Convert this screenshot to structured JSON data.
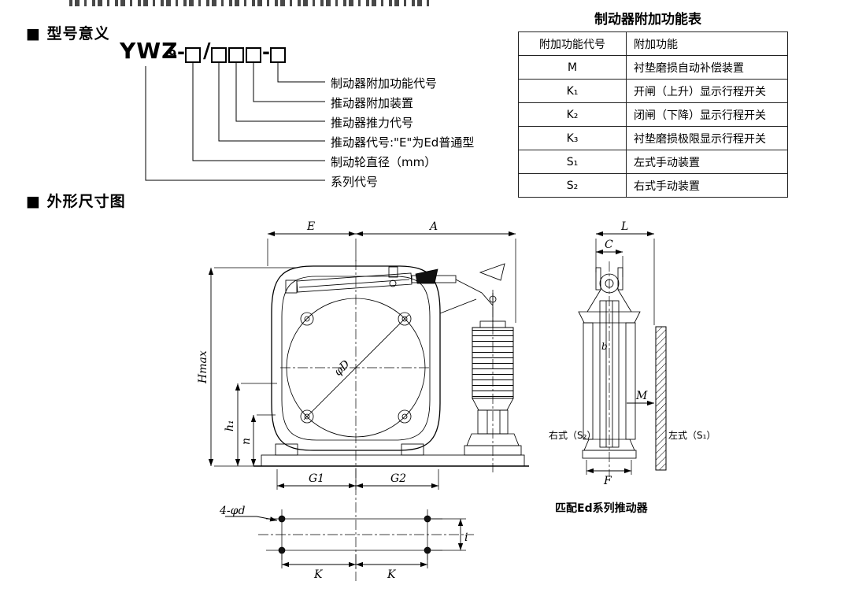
{
  "sections": {
    "model_title": "■ 型号意义",
    "dimension_title": "■ 外形尺寸图"
  },
  "model_code": {
    "series": "YWZ",
    "series_num": "9",
    "dash1": "-",
    "slash": "/",
    "dash2": "-",
    "labels": [
      "制动器附加功能代号",
      "推动器附加装置",
      "推动器推力代号",
      "推动器代号:\"E\"为Ed普通型",
      "制动轮直径（mm）",
      "系列代号"
    ]
  },
  "function_table": {
    "title": "制动器附加功能表",
    "headers": [
      "附加功能代号",
      "附加功能"
    ],
    "rows": [
      {
        "code": "M",
        "desc": "衬垫磨损自动补偿装置"
      },
      {
        "code": "K₁",
        "desc": "开闸（上升）显示行程开关"
      },
      {
        "code": "K₂",
        "desc": "闭闸（下降）显示行程开关"
      },
      {
        "code": "K₃",
        "desc": "衬垫磨损极限显示行程开关"
      },
      {
        "code": "S₁",
        "desc": "左式手动装置"
      },
      {
        "code": "S₂",
        "desc": "右式手动装置"
      }
    ]
  },
  "drawing": {
    "dims": {
      "E": "E",
      "A": "A",
      "L": "L",
      "C": "C",
      "Hmax": "Hmax",
      "h1": "h₁",
      "n": "n",
      "G1": "G1",
      "G2": "G2",
      "K_left": "K",
      "K_right": "K",
      "i": "i",
      "F": "F",
      "M": "M",
      "b": "b",
      "phiD": "φD",
      "holes": "4-φd"
    },
    "labels": {
      "right_style": "右式（S₂）",
      "left_style": "左式（S₁）",
      "caption": "匹配Ed系列推动器"
    }
  }
}
